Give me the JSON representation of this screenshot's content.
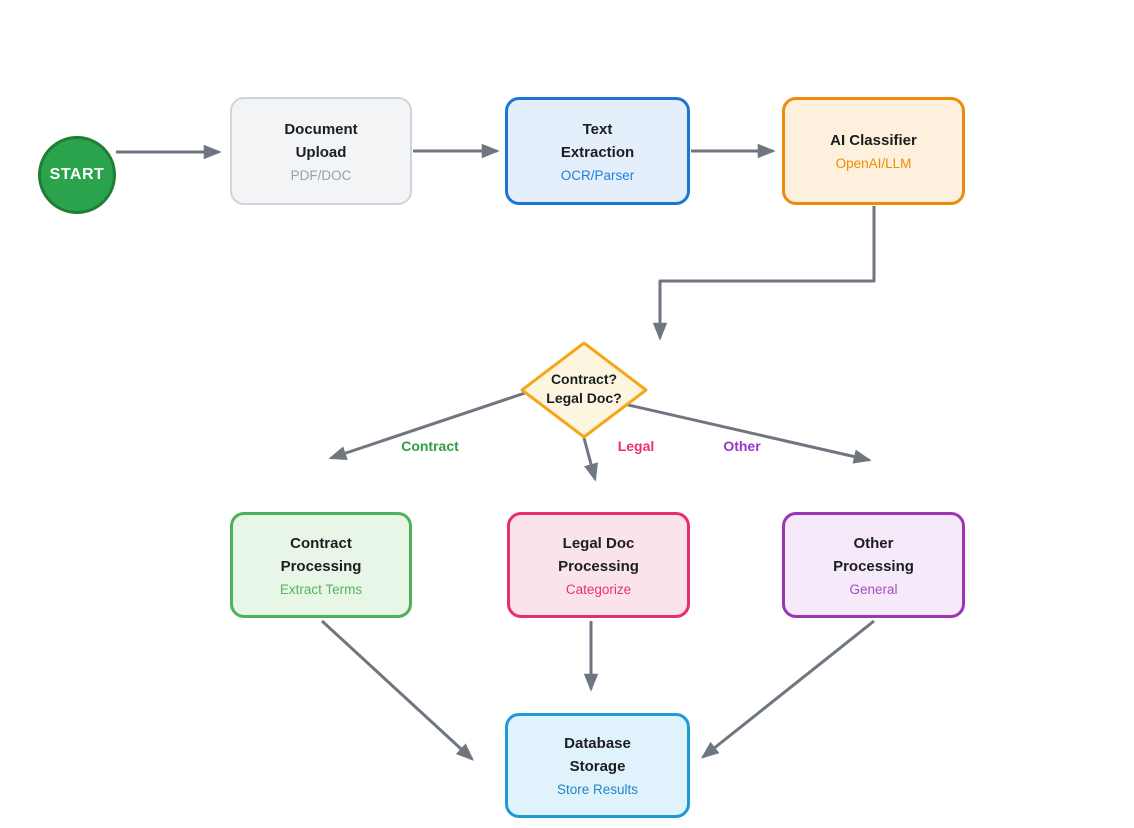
{
  "canvas": {
    "background": "#ffffff",
    "arrow_color": "#6e7680"
  },
  "nodes": {
    "start": {
      "label": "START",
      "fill": "#2ba24c",
      "border": "#1e7e34",
      "text_color": "#ffffff"
    },
    "document_upload": {
      "title": "Document Upload",
      "subtitle": "PDF/DOC",
      "fill": "#f2f4f6",
      "border": "#ced4da",
      "subtitle_color": "#9aa1ab"
    },
    "text_extraction": {
      "title": "Text Extraction",
      "subtitle": "OCR/Parser",
      "fill": "#e4effb",
      "border": "#1b76d2",
      "subtitle_color": "#1f7fdb"
    },
    "ai_classifier": {
      "title": "AI Classifier",
      "subtitle": "OpenAI/LLM",
      "fill": "#fdf0dd",
      "border": "#ee8a0e",
      "subtitle_color": "#f08c00"
    },
    "decision": {
      "title_line1": "Contract?",
      "title_line2": "Legal Doc?",
      "fill": "#fcf6e1",
      "border": "#f6a616",
      "text_color": "#1b1e21"
    },
    "contract_processing": {
      "title": "Contract Processing",
      "subtitle": "Extract Terms",
      "fill": "#e8f6e8",
      "border": "#4fb157",
      "subtitle_color": "#55b55c"
    },
    "legal_doc_processing": {
      "title": "Legal Doc Processing",
      "subtitle": "Categorize",
      "fill": "#fbe3ec",
      "border": "#e72f6d",
      "subtitle_color": "#ee2f76"
    },
    "other_processing": {
      "title": "Other Processing",
      "subtitle": "General",
      "fill": "#f5e9fa",
      "border": "#9b35b5",
      "subtitle_color": "#a24fc0"
    },
    "database_storage": {
      "title": "Database Storage",
      "subtitle": "Store Results",
      "fill": "#e0f3fc",
      "border": "#1f9ad7",
      "subtitle_color": "#1f86c9"
    }
  },
  "edge_labels": {
    "contract": {
      "text": "Contract",
      "color": "#2f9e44"
    },
    "legal": {
      "text": "Legal",
      "color": "#ed2f6e"
    },
    "other": {
      "text": "Other",
      "color": "#9636c9"
    }
  }
}
